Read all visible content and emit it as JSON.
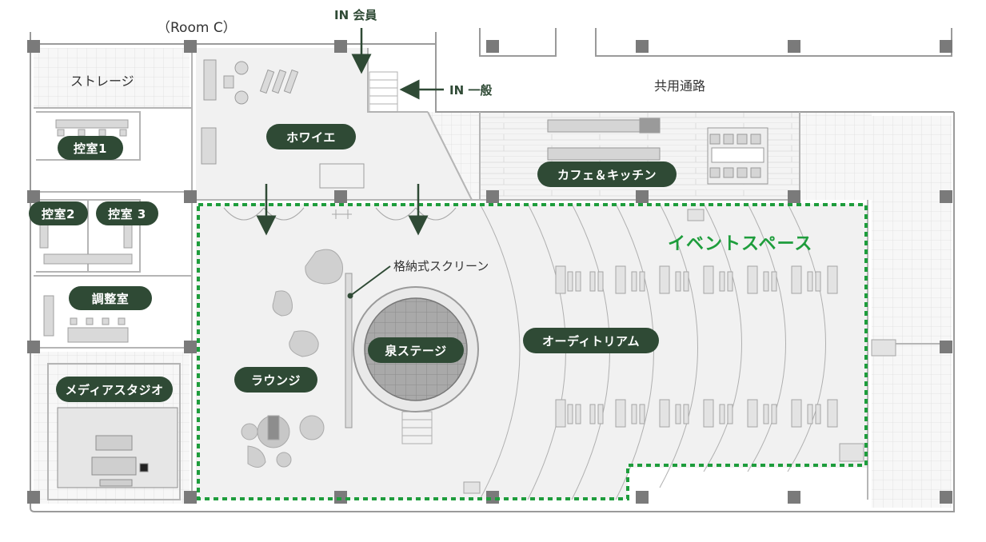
{
  "labels": {
    "room_c": "（Room C）",
    "in_member": "IN 会員",
    "in_general": "IN 一般",
    "corridor": "共用通路",
    "storage": "ストレージ",
    "screen": "格納式スクリーン",
    "event_space": "イベントスペース"
  },
  "rooms": {
    "foyer": "ホワイエ",
    "cafe": "カフェ＆キッチン",
    "green1": "控室1",
    "green2": "控室2",
    "green3": "控室 3",
    "control": "調整室",
    "media": "メディアスタジオ",
    "stage": "泉ステージ",
    "auditorium": "オーディトリアム",
    "lounge": "ラウンジ"
  },
  "colors": {
    "pill_bg": "#2f4a35",
    "event_green": "#1e9d3c",
    "wall": "#bdbdbd",
    "pillar": "#7a7a7a",
    "floor": "#f2f2f2"
  }
}
